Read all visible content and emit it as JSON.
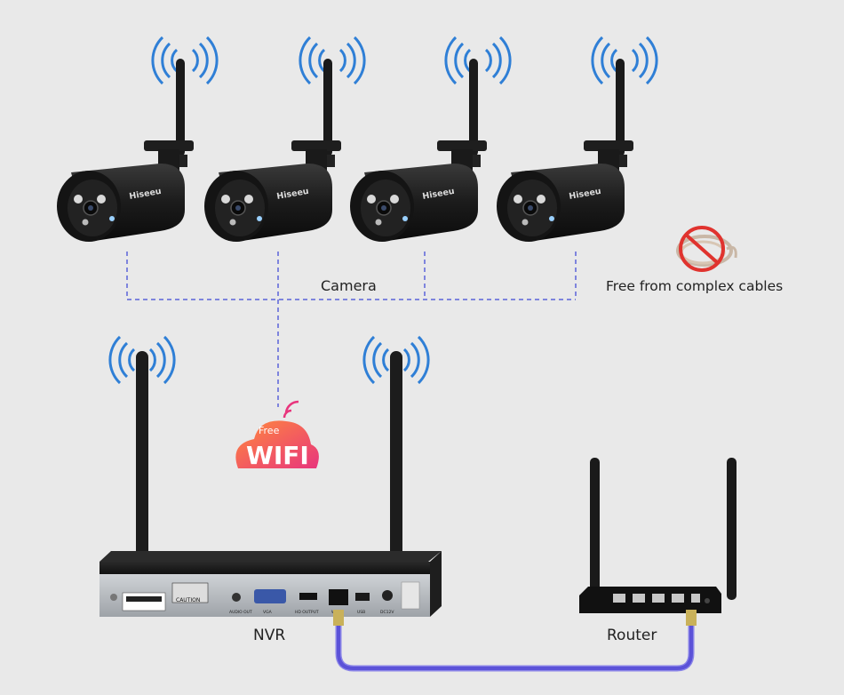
{
  "labels": {
    "camera": "Camera",
    "cables": "Free from complex cables",
    "nvr": "NVR",
    "router": "Router"
  },
  "badge": {
    "line1": "Free",
    "line2": "WIFI"
  },
  "camera_brand": "Hiseeu",
  "nvr_panel": {
    "caution": "CAUTION",
    "ports": [
      "AUDIO OUT",
      "VGA",
      "HD OUTPUT",
      "WAN",
      "USB",
      "DC12V"
    ]
  },
  "colors": {
    "background": "#e9e9e9",
    "signal_waves": "#2f7fd6",
    "dashed_links": "#5a63d9",
    "ethernet_cable": "#5b52d8",
    "badge_gradient": [
      "#ff8a3c",
      "#e8357d"
    ]
  },
  "icons": [
    "wifi-signal-icon",
    "no-cable-icon",
    "free-wifi-badge"
  ]
}
